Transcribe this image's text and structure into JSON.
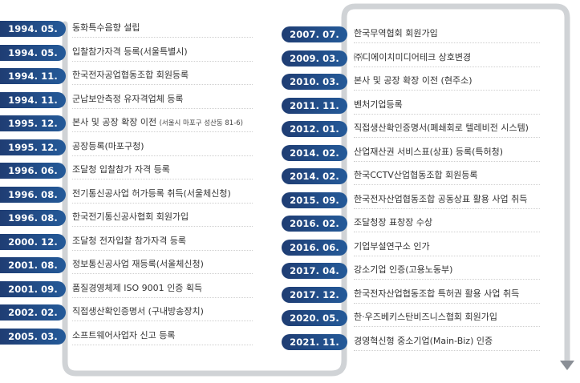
{
  "colors": {
    "badge_dark": "#1f3d73",
    "badge_light": "#245a99",
    "track": "#d0d3d6",
    "text": "#333333"
  },
  "icons": {
    "timeline_end": "arrow-down-icon"
  },
  "left_items": [
    {
      "date": "1994. 05.",
      "text": "동화특수음향 설립"
    },
    {
      "date": "1994. 05.",
      "text": "입찰참가자격 등록(서울특별시)"
    },
    {
      "date": "1994. 11.",
      "text": "한국전자공업협동조합 회원등록"
    },
    {
      "date": "1994. 11.",
      "text": "군납보안측정 유자격업체 등록"
    },
    {
      "date": "1995. 12.",
      "text": "본사 및 공장 확장 이전",
      "note": "(서울시 마포구 성산동 81-6)"
    },
    {
      "date": "1995. 12.",
      "text": "공장등록(마포구청)"
    },
    {
      "date": "1996. 06.",
      "text": "조달청 입찰참가 자격 등록"
    },
    {
      "date": "1996. 08.",
      "text": "전기통신공사업 허가등록 취득(서울체신청)"
    },
    {
      "date": "1996. 08.",
      "text": "한국전기통신공사협회 회원가입"
    },
    {
      "date": "2000. 12.",
      "text": "조달청 전자입찰 참가자격 등록"
    },
    {
      "date": "2001. 08.",
      "text": "정보통신공사업 재등록(서울체신청)"
    },
    {
      "date": "2001. 09.",
      "text": "품질경영체제 ISO 9001 인증 획득"
    },
    {
      "date": "2002. 02.",
      "text": "직접생산확인증명서 (구내방송장치)"
    },
    {
      "date": "2005. 03.",
      "text": "소프트웨어사업자 신고 등록"
    }
  ],
  "right_items": [
    {
      "date": "2007. 07.",
      "text": "한국무역협회 회원가입"
    },
    {
      "date": "2009. 03.",
      "text": "㈜디에이치미디어테크 상호변경"
    },
    {
      "date": "2010. 03.",
      "text": "본사 및 공장 확장 이전 (현주소)"
    },
    {
      "date": "2011. 11.",
      "text": "벤처기업등록"
    },
    {
      "date": "2012. 01.",
      "text": "직접생산확인증명서(폐쇄회로 텔레비전 시스템)"
    },
    {
      "date": "2014. 02.",
      "text": "산업재산권 서비스표(상표) 등록(특허청)"
    },
    {
      "date": "2014. 02.",
      "text": "한국CCTV산업협동조합 회원등록"
    },
    {
      "date": "2015. 09.",
      "text": "한국전자산업협동조합 공동상표 활용 사업 취득"
    },
    {
      "date": "2016. 02.",
      "text": "조달청장 표창장 수상"
    },
    {
      "date": "2016. 06.",
      "text": "기업부설연구소 인가"
    },
    {
      "date": "2017. 04.",
      "text": "강소기업 인증(고용노동부)"
    },
    {
      "date": "2017. 12.",
      "text": "한국전자산업협동조합 특허권 활용 사업 취득"
    },
    {
      "date": "2020. 05.",
      "text": "한·우즈베키스탄비즈니스협회 회원가입"
    },
    {
      "date": "2021. 11.",
      "text": "경영혁신형 중소기업(Main-Biz) 인증"
    }
  ]
}
